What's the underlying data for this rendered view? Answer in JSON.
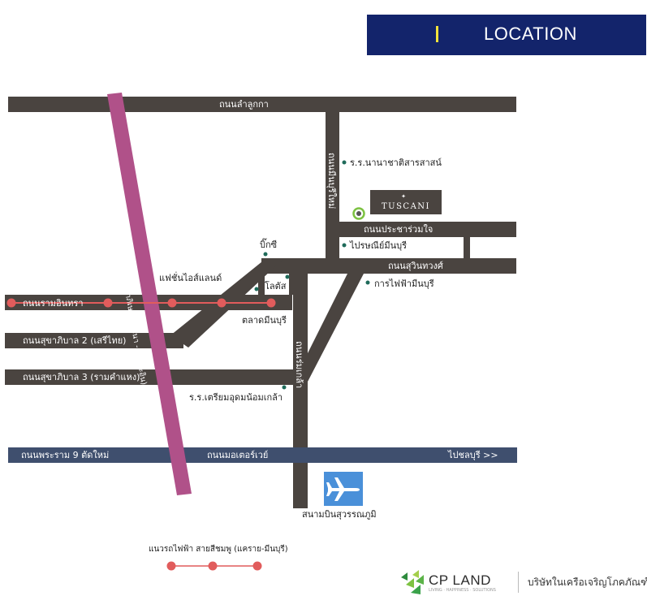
{
  "header": {
    "title": "LOCATION"
  },
  "colors": {
    "road": "#4a4440",
    "highway": "#3f4f6e",
    "pink_line": "#b05189",
    "station": "#e15c5c",
    "poi_dot": "#1f6b5a",
    "header_bg": "#13246b",
    "accent": "#f2e33b",
    "project_ring": "#7dc242",
    "airport": "#4a90d9"
  },
  "roads": {
    "lam_luk_ka": "ถนนลำลูกกา",
    "min_buri": "ถนนมีนบุรีใหม่",
    "pracha_ruam_jai": "ถนนประชาร่วมใจ",
    "suwinthawong": "ถนนสุวินทวงศ์",
    "ram_intra": "ถนนรามอินทรา",
    "sukhapiban_2": "ถนนสุขาภิบาล 2 (เสรีไทย)",
    "sukhapiban_3": "ถนนสุขาภิบาล 3 (รามคำแหง)",
    "rom_klao": "ถนนร่มเกล้า",
    "rama9_new": "ถนนพระราม 9 ตัดใหม่",
    "motorway": "ถนนมอเตอร์เวย์",
    "to_chonburi": "ไปชลบุรี >>",
    "kanchana": "ถนนกาญจนาภิเษก (บางนา - บางปะอิน)"
  },
  "pois": {
    "school_intl": "ร.ร.นานาชาติสารสาสน์",
    "post_office": "ไปรษณีย์มีนบุรี",
    "bigc": "บิ๊กซี",
    "fashion_island": "แฟชั่นไอส์แลนด์",
    "lotus": "โลตัส",
    "min_buri_market": "ตลาดมีนบุรี",
    "electricity": "การไฟฟ้ามีนบุรี",
    "school_triam": "ร.ร.เตรียมอุดมน้อมเกล้า",
    "airport": "สนามบินสุวรรณภูมิ"
  },
  "project": {
    "name": "TUSCANI",
    "ornament": "✦"
  },
  "legend": {
    "label": "แนวรถไฟฟ้า สายสีชมพู (แคราย-มีนบุรี)"
  },
  "footer": {
    "brand": "CP LAND",
    "brand_sub": "LIVING · HAPPINESS · SOLUTIONS",
    "group": "บริษัทในเครือเจริญโภคภัณฑ์"
  }
}
